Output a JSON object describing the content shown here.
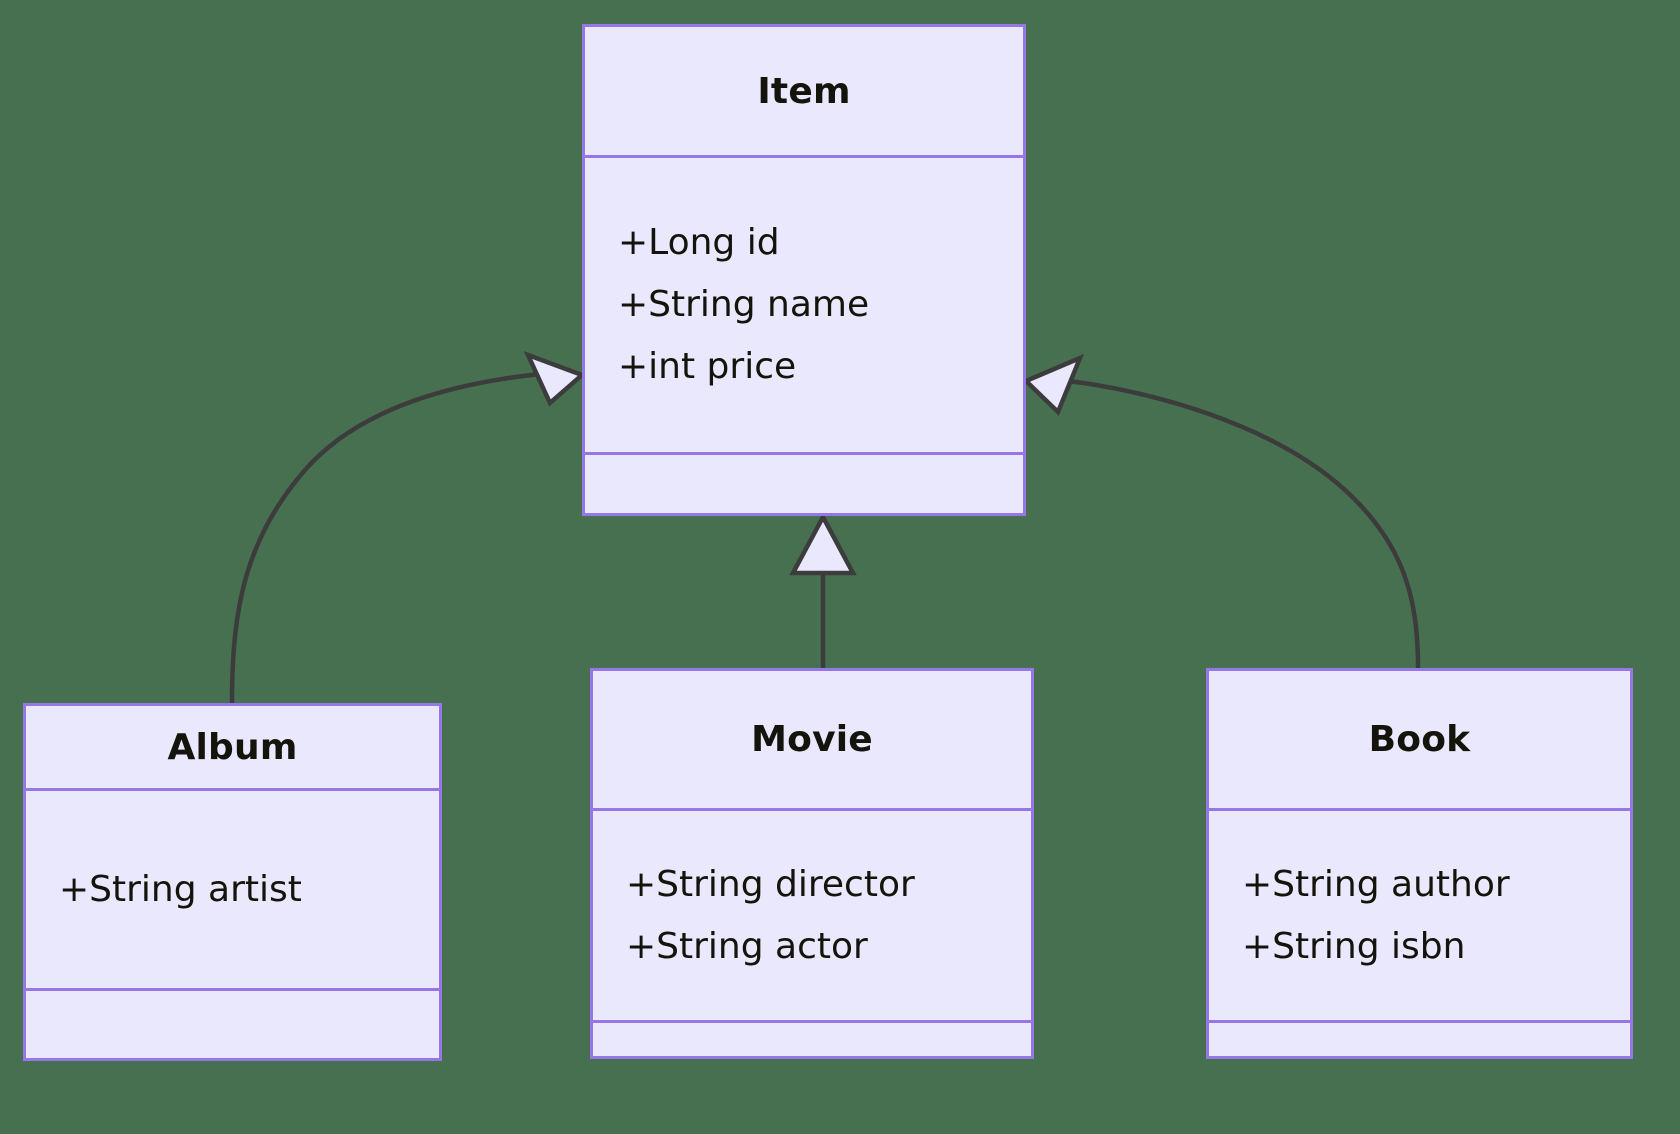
{
  "diagram": {
    "type": "uml-class-diagram",
    "background_color": "#477050",
    "class_fill_color": "#e9e8fc",
    "class_border_color": "#9777e8",
    "connector_color": "#3c3c3c",
    "text_color": "#14140c"
  },
  "classes": {
    "item": {
      "name": "Item",
      "attributes": [
        "+Long id",
        "+String name",
        "+int price"
      ],
      "methods": []
    },
    "album": {
      "name": "Album",
      "attributes": [
        "+String artist"
      ],
      "methods": []
    },
    "movie": {
      "name": "Movie",
      "attributes": [
        "+String director",
        "+String actor"
      ],
      "methods": []
    },
    "book": {
      "name": "Book",
      "attributes": [
        "+String author",
        "+String isbn"
      ],
      "methods": []
    }
  },
  "relationships": [
    {
      "id": "album-to-item",
      "type": "generalization",
      "from": "Album",
      "to": "Item",
      "arrow": "hollow-triangle"
    },
    {
      "id": "movie-to-item",
      "type": "generalization",
      "from": "Movie",
      "to": "Item",
      "arrow": "hollow-triangle"
    },
    {
      "id": "book-to-item",
      "type": "generalization",
      "from": "Book",
      "to": "Item",
      "arrow": "hollow-triangle"
    }
  ]
}
